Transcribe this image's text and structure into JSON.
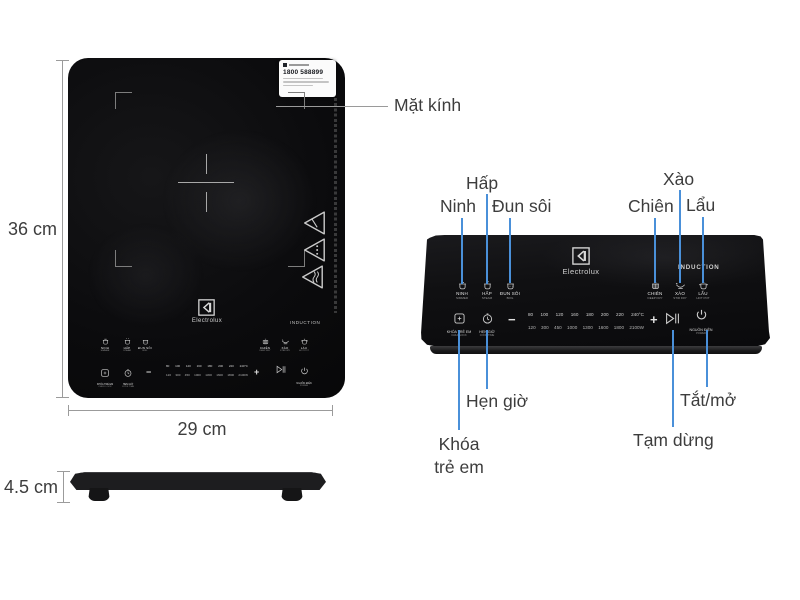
{
  "colors": {
    "callout_blue": "#4a90d9",
    "label_text": "#3d3d3d",
    "dim_line": "#9b9b9b",
    "glass_black": "#0b0b0d"
  },
  "dimensions": {
    "height": "36 cm",
    "width": "29 cm",
    "thickness": "4.5 cm"
  },
  "callouts": {
    "glass_surface": "Mặt kính",
    "simmer": "Ninh",
    "steam": "Hấp",
    "boil": "Đun sôi",
    "deep_fry": "Chiên",
    "stir_fry": "Xào",
    "hot_pot": "Lẩu",
    "timer": "Hẹn giờ",
    "child_lock_l1": "Khóa",
    "child_lock_l2": "trẻ em",
    "pause": "Tạm dừng",
    "power_toggle": "Tắt/mở"
  },
  "brand": {
    "name": "Electrolux",
    "tech": "INDUCTION"
  },
  "sticker": {
    "hotline": "1800 588899"
  },
  "panel": {
    "modes": [
      {
        "vi": "NINH",
        "en": "SIMMER"
      },
      {
        "vi": "HẤP",
        "en": "STEAM"
      },
      {
        "vi": "ĐUN SÔI",
        "en": "BOIL"
      },
      {
        "vi": "CHIÊN",
        "en": "DEEP FRY"
      },
      {
        "vi": "XÀO",
        "en": "STIR FRY"
      },
      {
        "vi": "LẨU",
        "en": "HOT POT"
      }
    ],
    "child_lock": {
      "vi": "KHÓA TRẺ EM",
      "en": "CHILD LOCK"
    },
    "timer": {
      "vi": "HẸN GIỜ",
      "en": "COOK TIME"
    },
    "minus": "−",
    "plus": "+",
    "power": {
      "vi": "NGUỒN ĐIỆN",
      "en": "POWER"
    },
    "temp_row": [
      "80",
      "100",
      "120",
      "160",
      "180",
      "200",
      "220",
      "240°C"
    ],
    "watt_row": [
      "120",
      "300",
      "450",
      "1000",
      "1300",
      "1600",
      "1800",
      "2100W"
    ]
  }
}
